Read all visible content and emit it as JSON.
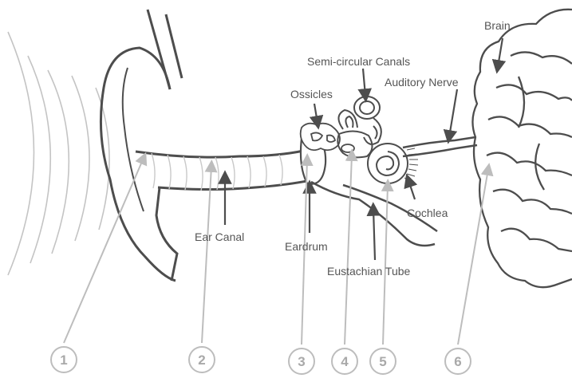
{
  "labels": {
    "brain": "Brain",
    "semicircular_canals": "Semi-circular Canals",
    "auditory_nerve": "Auditory Nerve",
    "ossicles": "Ossicles",
    "ear_canal": "Ear Canal",
    "eardrum": "Eardrum",
    "cochlea": "Cochlea",
    "eustachian_tube": "Eustachian Tube"
  },
  "numbered_markers": [
    "1",
    "2",
    "3",
    "4",
    "5",
    "6"
  ],
  "colors": {
    "outline": "#4d4d4d",
    "light": "#bdbdbd",
    "label_text": "#555555",
    "marker": "#a9a9a9"
  }
}
